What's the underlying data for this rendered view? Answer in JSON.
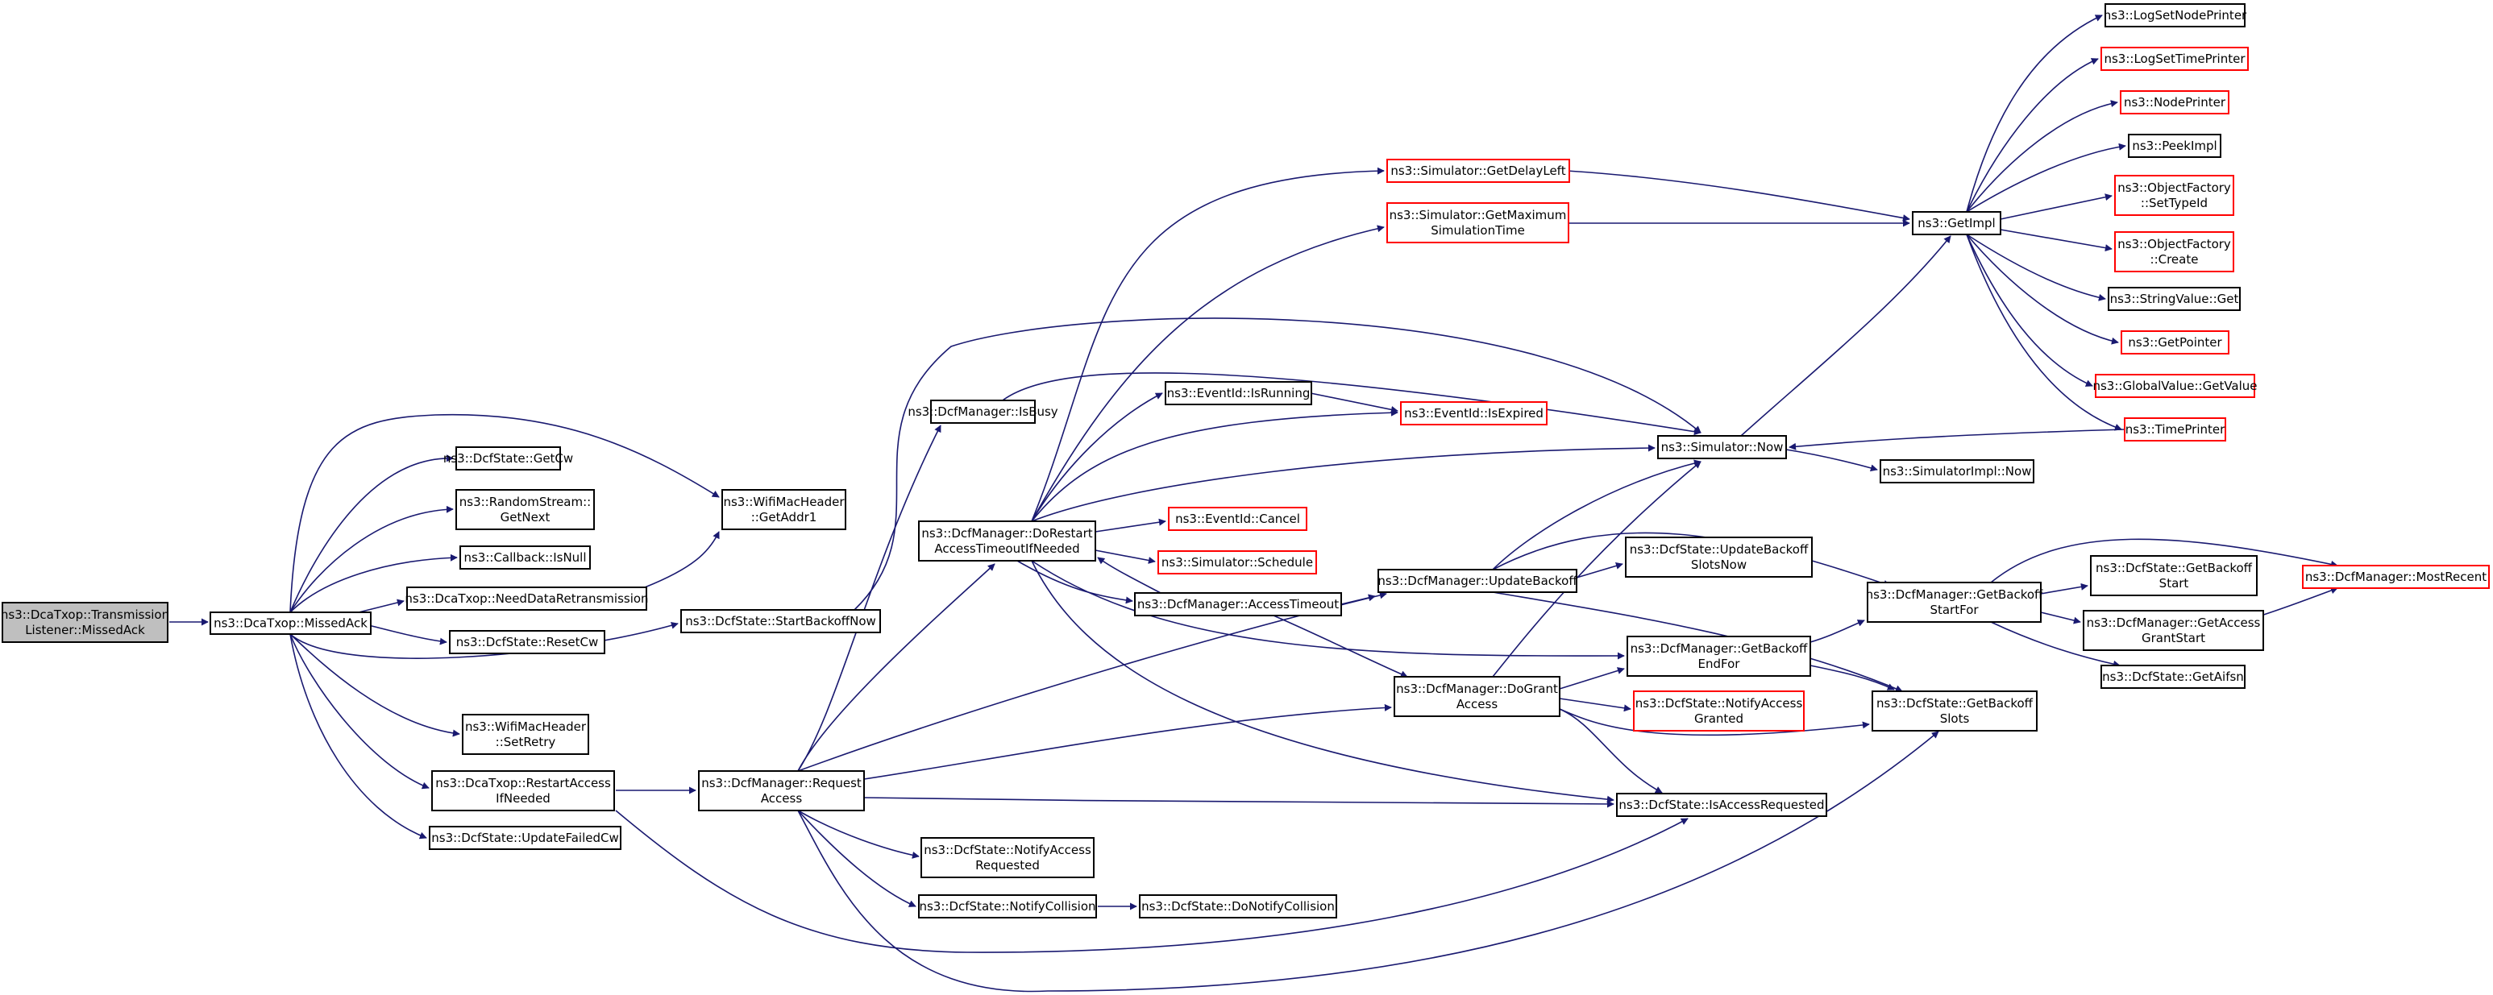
{
  "colors": {
    "edge": "#191970",
    "box_normal": "#000000",
    "box_truncated": "#ff0000",
    "root_fill": "#bfbfbf",
    "fill": "#ffffff",
    "text": "#000000"
  },
  "nodes": [
    {
      "id": "root",
      "lines": [
        "ns3::DcaTxop::Transmission",
        "Listener::MissedAck"
      ],
      "style": "root"
    },
    {
      "id": "missed",
      "lines": [
        "ns3::DcaTxop::MissedAck"
      ],
      "style": "normal"
    },
    {
      "id": "getcw",
      "lines": [
        "ns3::DcfState::GetCw"
      ],
      "style": "normal"
    },
    {
      "id": "rsnext",
      "lines": [
        "ns3::RandomStream::",
        "GetNext"
      ],
      "style": "normal"
    },
    {
      "id": "cbnull",
      "lines": [
        "ns3::Callback::IsNull"
      ],
      "style": "normal"
    },
    {
      "id": "needretx",
      "lines": [
        "ns3::DcaTxop::NeedDataRetransmission"
      ],
      "style": "normal"
    },
    {
      "id": "resetcw",
      "lines": [
        "ns3::DcfState::ResetCw"
      ],
      "style": "normal"
    },
    {
      "id": "setretry",
      "lines": [
        "ns3::WifiMacHeader",
        "::SetRetry"
      ],
      "style": "normal"
    },
    {
      "id": "restartaccess",
      "lines": [
        "ns3::DcaTxop::RestartAccess",
        "IfNeeded"
      ],
      "style": "normal"
    },
    {
      "id": "updfailcw",
      "lines": [
        "ns3::DcfState::UpdateFailedCw"
      ],
      "style": "normal"
    },
    {
      "id": "getaddr1",
      "lines": [
        "ns3::WifiMacHeader",
        "::GetAddr1"
      ],
      "style": "normal"
    },
    {
      "id": "startbackoff",
      "lines": [
        "ns3::DcfState::StartBackoffNow"
      ],
      "style": "normal"
    },
    {
      "id": "reqaccess",
      "lines": [
        "ns3::DcfManager::Request",
        "Access"
      ],
      "style": "normal"
    },
    {
      "id": "isbusy",
      "lines": [
        "ns3::DcfManager::IsBusy"
      ],
      "style": "normal"
    },
    {
      "id": "dorestart",
      "lines": [
        "ns3::DcfManager::DoRestart",
        "AccessTimeoutIfNeeded"
      ],
      "style": "normal"
    },
    {
      "id": "notifyreq",
      "lines": [
        "ns3::DcfState::NotifyAccess",
        "Requested"
      ],
      "style": "normal"
    },
    {
      "id": "notifycoll",
      "lines": [
        "ns3::DcfState::NotifyCollision"
      ],
      "style": "normal"
    },
    {
      "id": "donotifycoll",
      "lines": [
        "ns3::DcfState::DoNotifyCollision"
      ],
      "style": "normal"
    },
    {
      "id": "getdelayleft",
      "lines": [
        "ns3::Simulator::GetDelayLeft"
      ],
      "style": "truncated"
    },
    {
      "id": "getmaxsim",
      "lines": [
        "ns3::Simulator::GetMaximum",
        "SimulationTime"
      ],
      "style": "truncated"
    },
    {
      "id": "isrunning",
      "lines": [
        "ns3::EventId::IsRunning"
      ],
      "style": "normal"
    },
    {
      "id": "isexpired",
      "lines": [
        "ns3::EventId::IsExpired"
      ],
      "style": "truncated"
    },
    {
      "id": "cancel",
      "lines": [
        "ns3::EventId::Cancel"
      ],
      "style": "truncated"
    },
    {
      "id": "schedule",
      "lines": [
        "ns3::Simulator::Schedule"
      ],
      "style": "truncated"
    },
    {
      "id": "acctimeout",
      "lines": [
        "ns3::DcfManager::AccessTimeout"
      ],
      "style": "normal"
    },
    {
      "id": "updbackoff",
      "lines": [
        "ns3::DcfManager::UpdateBackoff"
      ],
      "style": "normal"
    },
    {
      "id": "dogrant",
      "lines": [
        "ns3::DcfManager::DoGrant",
        "Access"
      ],
      "style": "normal"
    },
    {
      "id": "simnow",
      "lines": [
        "ns3::Simulator::Now"
      ],
      "style": "normal"
    },
    {
      "id": "updbackslots",
      "lines": [
        "ns3::DcfState::UpdateBackoff",
        "SlotsNow"
      ],
      "style": "normal"
    },
    {
      "id": "getbackendfor",
      "lines": [
        "ns3::DcfManager::GetBackoff",
        "EndFor"
      ],
      "style": "normal"
    },
    {
      "id": "notifygranted",
      "lines": [
        "ns3::DcfState::NotifyAccess",
        "Granted"
      ],
      "style": "truncated"
    },
    {
      "id": "isaccreq",
      "lines": [
        "ns3::DcfState::IsAccessRequested"
      ],
      "style": "normal"
    },
    {
      "id": "getimpl",
      "lines": [
        "ns3::GetImpl"
      ],
      "style": "normal"
    },
    {
      "id": "simimplnow",
      "lines": [
        "ns3::SimulatorImpl::Now"
      ],
      "style": "normal"
    },
    {
      "id": "getbackstartfor",
      "lines": [
        "ns3::DcfManager::GetBackoff",
        "StartFor"
      ],
      "style": "normal"
    },
    {
      "id": "getbackslots",
      "lines": [
        "ns3::DcfState::GetBackoff",
        "Slots"
      ],
      "style": "normal"
    },
    {
      "id": "getbackstart",
      "lines": [
        "ns3::DcfState::GetBackoff",
        "Start"
      ],
      "style": "normal"
    },
    {
      "id": "getaccgrant",
      "lines": [
        "ns3::DcfManager::GetAccess",
        "GrantStart"
      ],
      "style": "normal"
    },
    {
      "id": "getaifsn",
      "lines": [
        "ns3::DcfState::GetAifsn"
      ],
      "style": "normal"
    },
    {
      "id": "mostrecent",
      "lines": [
        "ns3::DcfManager::MostRecent"
      ],
      "style": "truncated"
    },
    {
      "id": "logsetnode",
      "lines": [
        "ns3::LogSetNodePrinter"
      ],
      "style": "normal"
    },
    {
      "id": "logsettime",
      "lines": [
        "ns3::LogSetTimePrinter"
      ],
      "style": "truncated"
    },
    {
      "id": "nodeprinter",
      "lines": [
        "ns3::NodePrinter"
      ],
      "style": "truncated"
    },
    {
      "id": "peekimpl",
      "lines": [
        "ns3::PeekImpl"
      ],
      "style": "normal"
    },
    {
      "id": "ofsettype",
      "lines": [
        "ns3::ObjectFactory",
        "::SetTypeId"
      ],
      "style": "truncated"
    },
    {
      "id": "ofcreate",
      "lines": [
        "ns3::ObjectFactory",
        "::Create"
      ],
      "style": "truncated"
    },
    {
      "id": "strvalget",
      "lines": [
        "ns3::StringValue::Get"
      ],
      "style": "normal"
    },
    {
      "id": "getpointer",
      "lines": [
        "ns3::GetPointer"
      ],
      "style": "truncated"
    },
    {
      "id": "gvgetvalue",
      "lines": [
        "ns3::GlobalValue::GetValue"
      ],
      "style": "truncated"
    },
    {
      "id": "timeprinter",
      "lines": [
        "ns3::TimePrinter"
      ],
      "style": "truncated"
    }
  ]
}
